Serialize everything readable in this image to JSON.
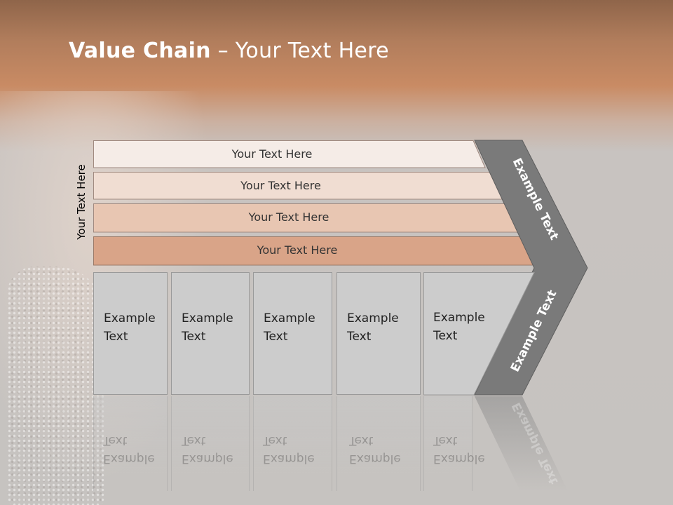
{
  "slide": {
    "title_bold": "Value Chain",
    "title_rest": " – Your Text Here",
    "side_label": "Your Text Here"
  },
  "bands": [
    {
      "label": "Your Text Here",
      "color": "#f5ece7"
    },
    {
      "label": "Your Text Here",
      "color": "#f0ddd2"
    },
    {
      "label": "Your Text Here",
      "color": "#e8c6b2"
    },
    {
      "label": "Your Text Here",
      "color": "#d9a488"
    }
  ],
  "columns": [
    {
      "line1": "Example",
      "line2": "Text"
    },
    {
      "line1": "Example",
      "line2": "Text"
    },
    {
      "line1": "Example",
      "line2": "Text"
    },
    {
      "line1": "Example",
      "line2": "Text"
    },
    {
      "line1": "Example",
      "line2": "Text"
    }
  ],
  "chevron": {
    "upper_text": "Example Text",
    "lower_text": "Example Text",
    "color": "#7a7a7a"
  }
}
